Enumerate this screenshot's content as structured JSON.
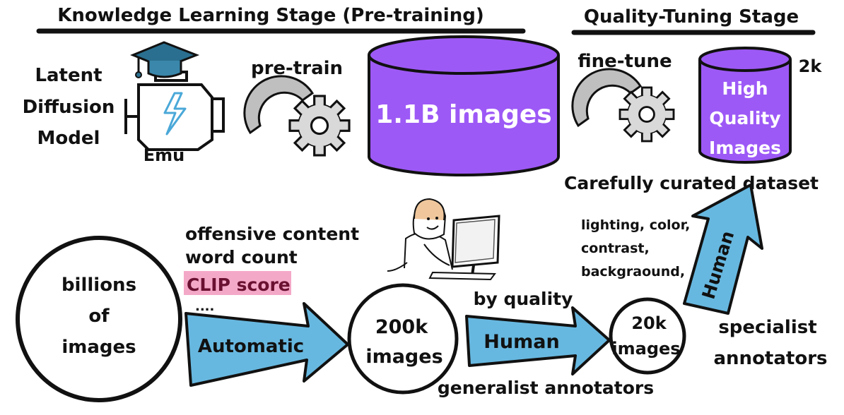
{
  "stage_titles": {
    "knowledge": "Knowledge Learning Stage (Pre-training)",
    "quality": "Quality-Tuning Stage"
  },
  "model": {
    "label_lines": [
      "Latent",
      "Diffusion",
      "Model"
    ],
    "name": "Emu",
    "icons": [
      "engine-icon",
      "graduation-cap-icon",
      "lightning-icon"
    ]
  },
  "pretrain": {
    "label": "pre-train",
    "icon": "gears-icon"
  },
  "big_dataset": {
    "label": "1.1B images",
    "color": "#9d59f6"
  },
  "finetune": {
    "label": "fine-tune",
    "icon": "gears-icon"
  },
  "hq_dataset": {
    "label_lines": [
      "High",
      "Quality",
      "Images"
    ],
    "count": "2k",
    "caption": "Carefully curated dataset",
    "color": "#9d59f6"
  },
  "pipeline": {
    "billions": {
      "lines": [
        "billions",
        "of",
        "images"
      ]
    },
    "filters": [
      "offensive content",
      "word count",
      "CLIP score",
      "...."
    ],
    "clip_highlight_color": "#f4a8c8",
    "automatic_arrow": {
      "label": "Automatic",
      "color": "#67b8e0"
    },
    "stage_200k": {
      "lines": [
        "200k",
        "images"
      ]
    },
    "by_quality": "by quality",
    "human_arrow": {
      "label": "Human",
      "color": "#67b8e0"
    },
    "generalist": "generalist annotators",
    "criteria": [
      "lighting, color,",
      "contrast,",
      "backgraound,"
    ],
    "stage_20k": {
      "lines": [
        "20k",
        "images"
      ]
    },
    "human_up_arrow": {
      "label": "Human",
      "color": "#67b8e0"
    },
    "specialist_lines": [
      "specialist",
      "annotators"
    ],
    "annotator_icon": "person-at-computer-icon"
  }
}
